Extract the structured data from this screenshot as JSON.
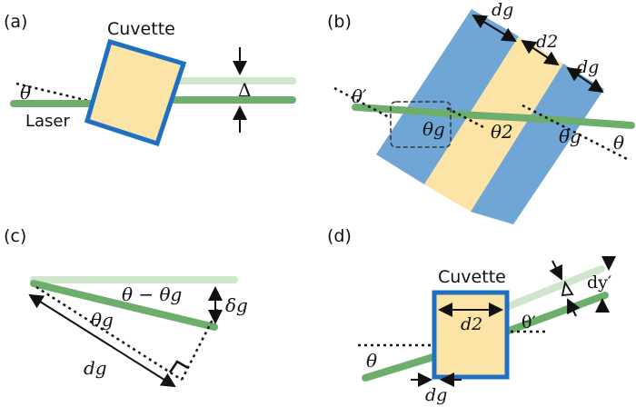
{
  "panels": {
    "a": {
      "tag": "(a)",
      "cuvette_label": "Cuvette",
      "laser_label": "Laser",
      "theta": "θ",
      "delta": "Δ"
    },
    "b": {
      "tag": "(b)",
      "theta_prime": "θ′",
      "theta_g_left": "θg",
      "theta_2": "θ2",
      "theta_g_right": "θg",
      "theta": "θ",
      "d_g_top": "dg",
      "d_2": "d2",
      "d_g_right": "dg"
    },
    "c": {
      "tag": "(c)",
      "angle_diff": "θ − θg",
      "theta_g": "θg",
      "delta_g": "δg",
      "d_g": "dg"
    },
    "d": {
      "tag": "(d)",
      "cuvette_label": "Cuvette",
      "d_2": "d2",
      "d_g": "dg",
      "theta": "θ",
      "theta_prime": "θ′",
      "dy_prime": "dy′"
    }
  },
  "colors": {
    "laser": "#6dae6d",
    "laser_faint": "#cfe5cc",
    "glass": "#6fa6d6",
    "liquid": "#fce4a6",
    "frame": "#1f6fc2"
  }
}
